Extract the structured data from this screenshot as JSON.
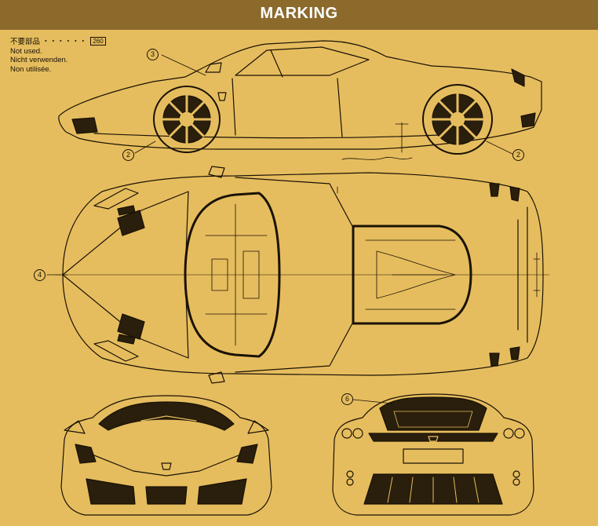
{
  "banner": {
    "title": "MARKING"
  },
  "notes": {
    "japanese": "不要部品",
    "ref_number": "260",
    "english": "Not used.",
    "german": "Nicht verwenden.",
    "french": "Non utilisée."
  },
  "callouts": {
    "c3": "3",
    "c2_front": "2",
    "c2_rear": "2",
    "c4": "4",
    "c6": "6"
  },
  "colors": {
    "paper": "#e6bd5e",
    "banner": "#8c6a2c",
    "ink": "#1a1206",
    "dark_fill": "#2a1e0c"
  }
}
